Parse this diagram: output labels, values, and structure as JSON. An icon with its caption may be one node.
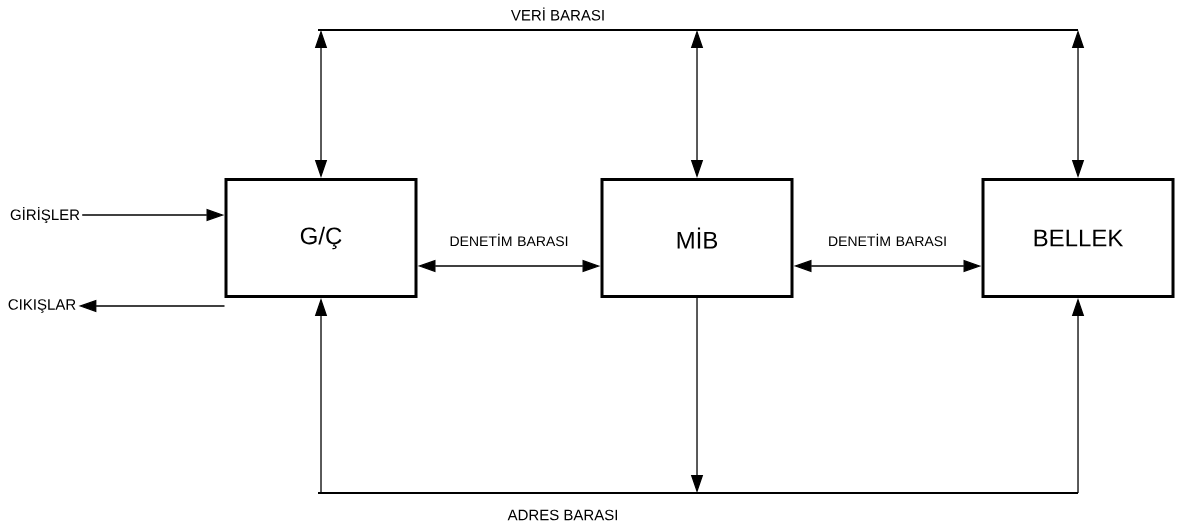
{
  "diagram": {
    "nodes": [
      {
        "text": [
          "G/Ç"
        ]
      },
      {
        "text": [
          "MİB"
        ]
      },
      {
        "text": [
          "BELLEK"
        ]
      },
      {
        "text": [
          "GİRİŞLER"
        ]
      },
      {
        "text": [
          "CIKIŞLAR"
        ]
      },
      {
        "text": [
          "VERİ BARASI"
        ]
      },
      {
        "text": [
          "ADRES BARASI"
        ]
      }
    ],
    "edges": [
      {
        "from": 3,
        "to": 0,
        "arrow": "to"
      },
      {
        "from": 0,
        "to": 4,
        "arrow": "to"
      },
      {
        "from": 0,
        "to": 1,
        "arrow": "both",
        "label": "DENETİM BARASI"
      },
      {
        "from": 1,
        "to": 2,
        "arrow": "both",
        "label": "DENETİM BARASI"
      },
      {
        "from": 0,
        "to": 5,
        "arrow": "both"
      },
      {
        "from": 1,
        "to": 5,
        "arrow": "both"
      },
      {
        "from": 2,
        "to": 5,
        "arrow": "both"
      },
      {
        "from": 6,
        "to": 0,
        "arrow": "to"
      },
      {
        "from": 1,
        "to": 6,
        "arrow": "to"
      },
      {
        "from": 6,
        "to": 2,
        "arrow": "to"
      }
    ]
  }
}
